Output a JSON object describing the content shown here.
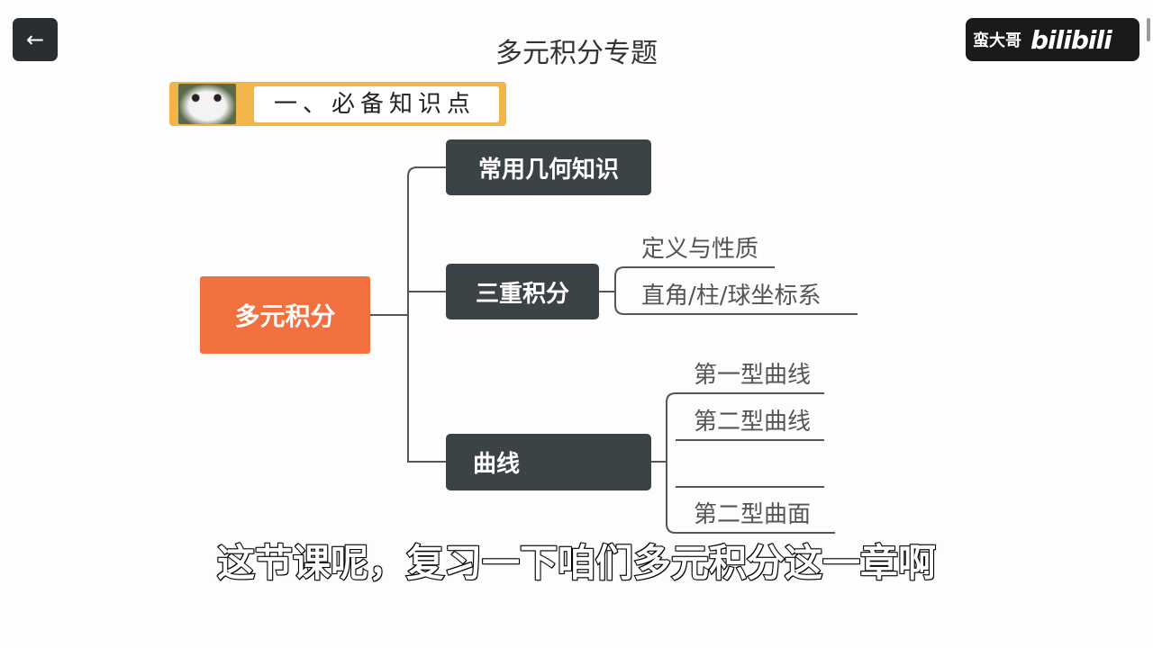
{
  "header": {
    "back_icon": "arrow-left-icon",
    "title": "多元积分专题"
  },
  "logo": {
    "uploader": "蛮大哥",
    "brand": "bilibili"
  },
  "section": {
    "heading": "一、必备知识点",
    "image": "panda"
  },
  "mindmap": {
    "root": "多元积分",
    "branches": [
      {
        "label": "常用几何知识",
        "children": []
      },
      {
        "label": "三重积分",
        "children": [
          "定义与性质",
          "直角/柱/球坐标系"
        ]
      },
      {
        "label": "曲线",
        "children": [
          "第一型曲线",
          "第二型曲线",
          "",
          "第二型曲面"
        ]
      }
    ],
    "colors": {
      "root": "#f2703f",
      "branch": "#3c4347"
    }
  },
  "subtitle": "这节课呢，复习一下咱们多元积分这一章啊"
}
